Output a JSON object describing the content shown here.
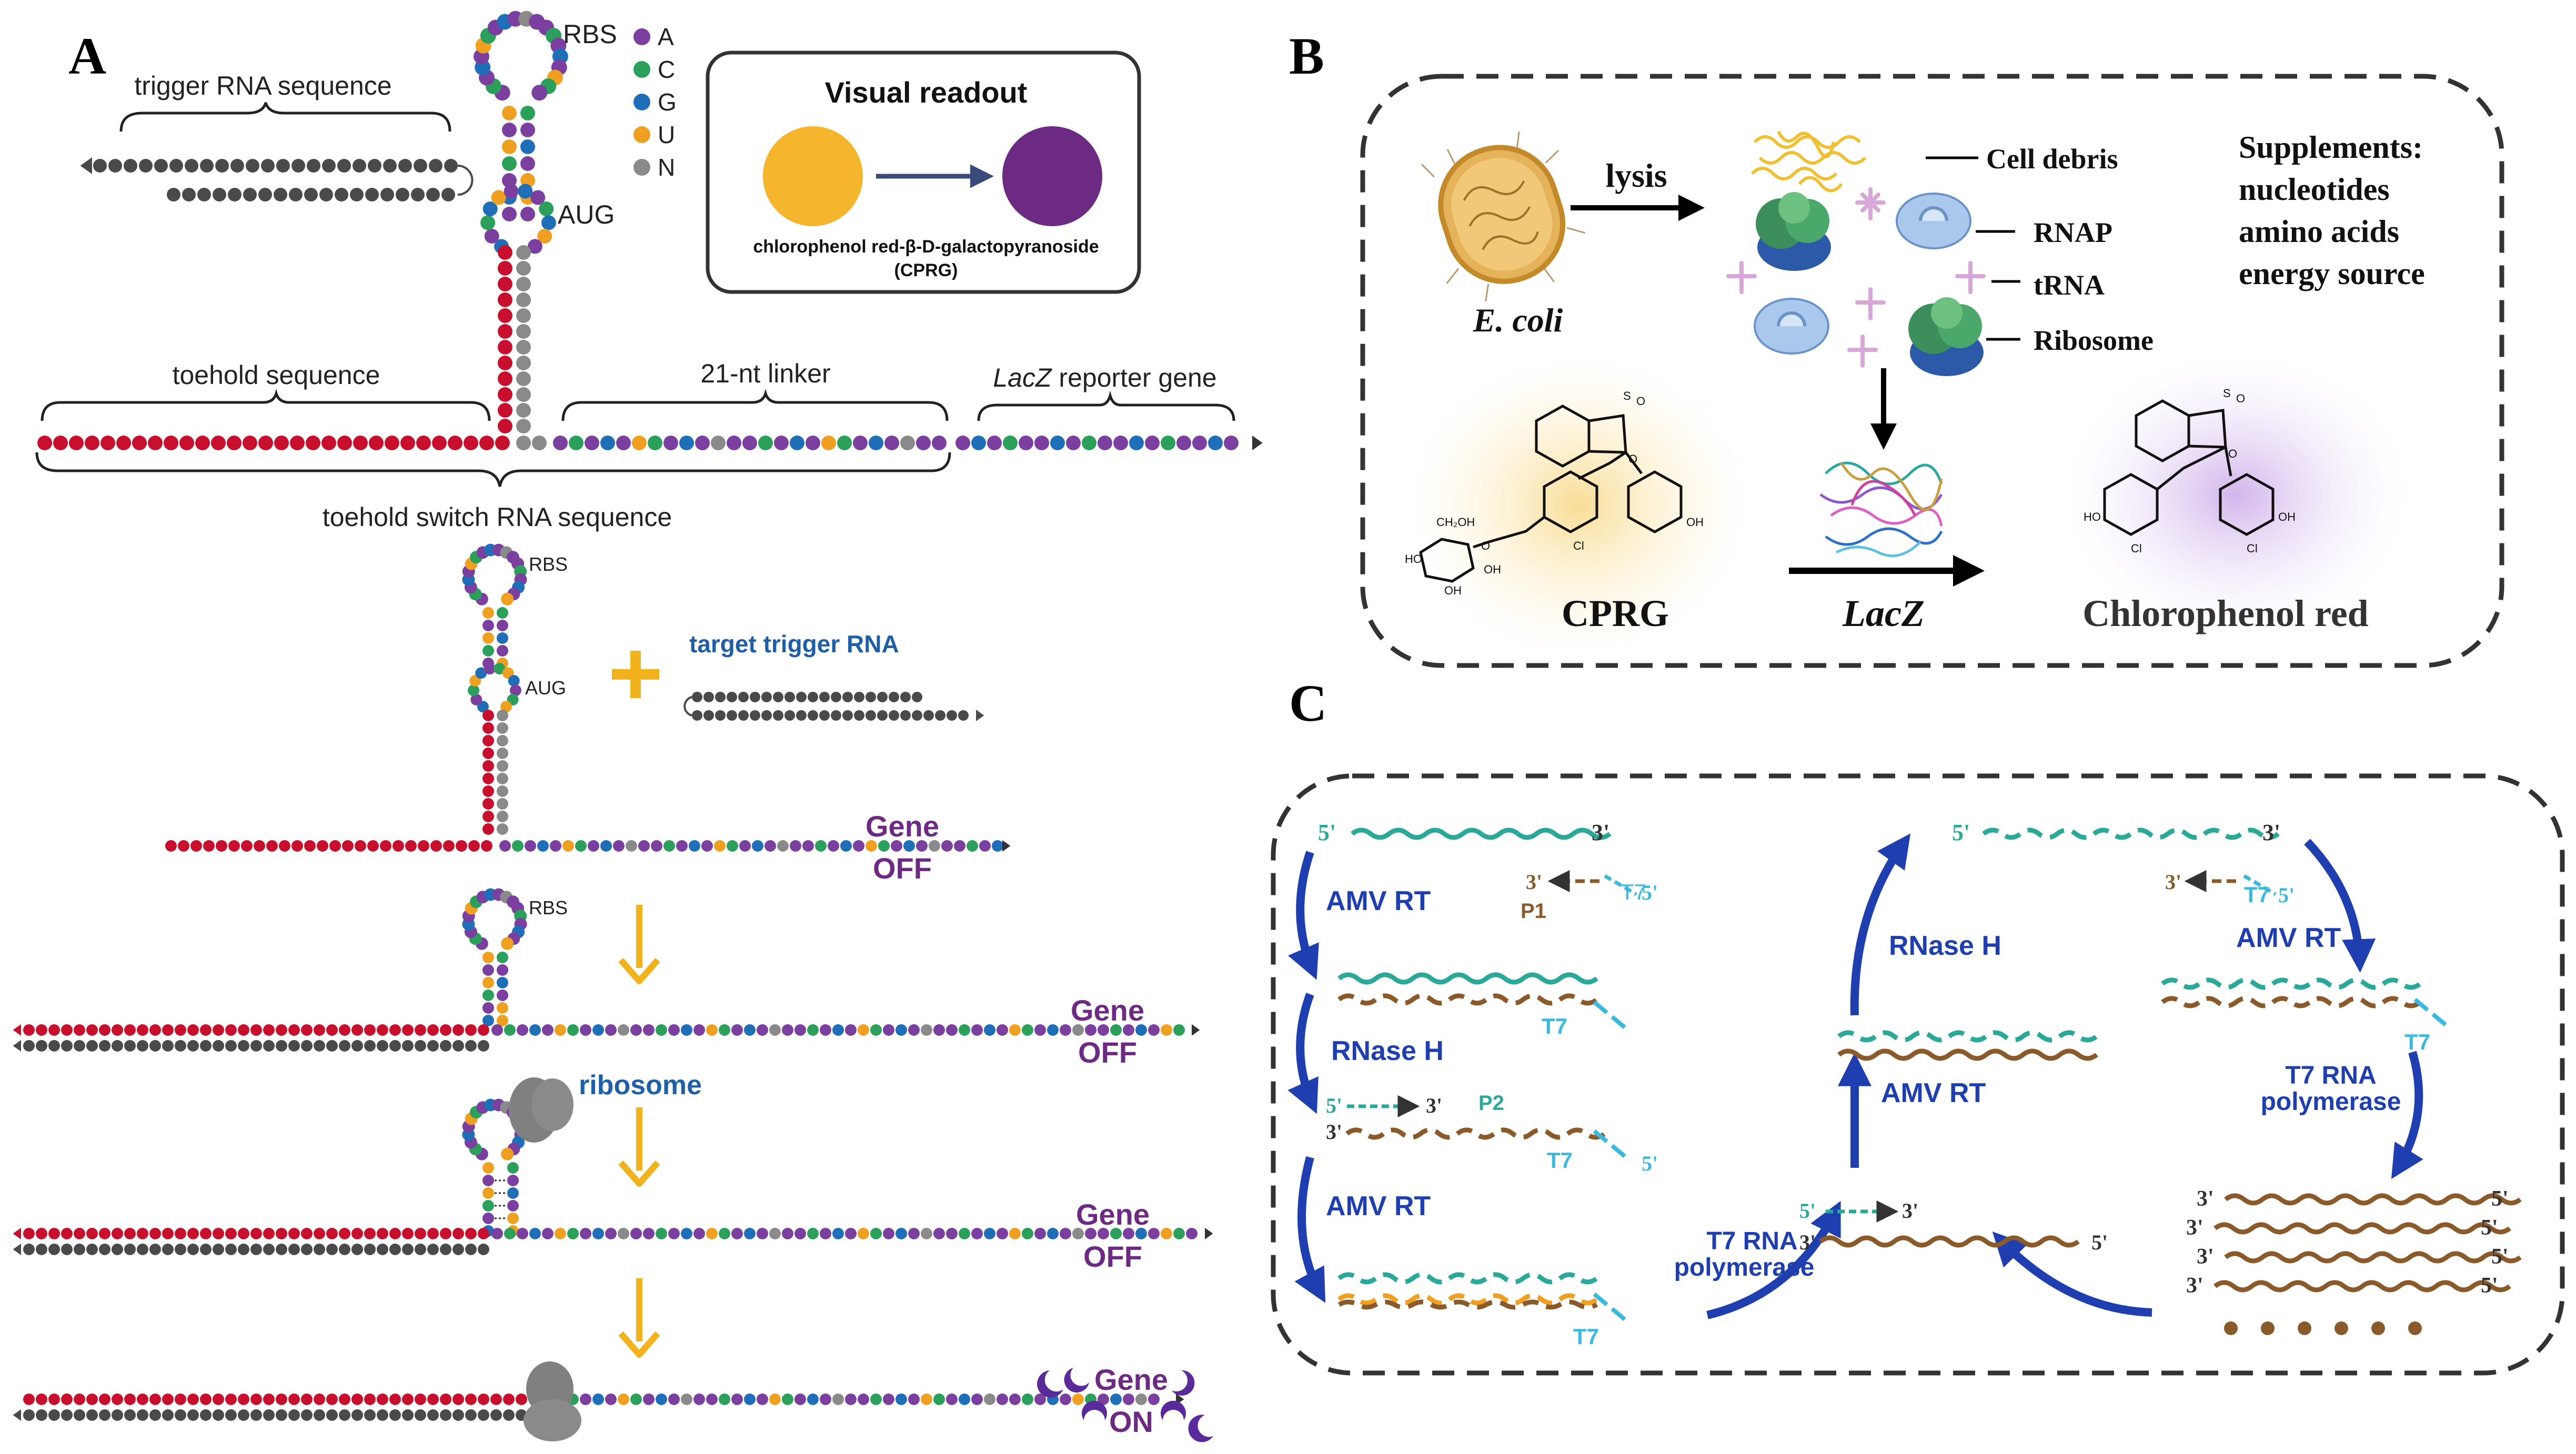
{
  "panel_a": {
    "label": "A",
    "trigger_label": "trigger RNA sequence",
    "rbs": "RBS",
    "aug": "AUG",
    "legend": [
      {
        "letter": "A",
        "color": "#7b3fa0"
      },
      {
        "letter": "C",
        "color": "#2aa05a"
      },
      {
        "letter": "G",
        "color": "#1f6fb8"
      },
      {
        "letter": "U",
        "color": "#f0a020"
      },
      {
        "letter": "N",
        "color": "#8a8a8a"
      }
    ],
    "readout_title": "Visual readout",
    "readout_caption1": "chlorophenol red-β-D-galactopyranoside",
    "readout_caption2": "(CPRG)",
    "readout_from_color": "#f5b52c",
    "readout_to_color": "#6d2a82",
    "toehold_label": "toehold sequence",
    "linker_label": "21-nt linker",
    "reporter_italic": "LacZ",
    "reporter_rest": " reporter gene",
    "switch_label": "toehold switch RNA sequence",
    "target_label": "target trigger RNA",
    "ribosome_label": "ribosome",
    "gene": "Gene",
    "off": "OFF",
    "on": "ON",
    "strand_red": "#c8102e",
    "strand_dark": "#4a4a4a"
  },
  "panel_b": {
    "label": "B",
    "lysis": "lysis",
    "ecoli": "E. coli",
    "cell_debris": "Cell debris",
    "rnap": "RNAP",
    "trna": "tRNA",
    "ribosome": "Ribosome",
    "supplements_title": "Supplements:",
    "supplements": [
      "nucleotides",
      "amino acids",
      "energy source"
    ],
    "cprg": "CPRG",
    "lacz": "LacZ",
    "chlorophenol_red": "Chlorophenol red"
  },
  "panel_c": {
    "label": "C",
    "five": "5'",
    "three": "3'",
    "amv_rt": "AMV RT",
    "rnase_h": "RNase H",
    "t7": "T7",
    "p1": "P1",
    "p2": "P2",
    "t7_rna": "T7 RNA",
    "polymerase": "polymerase",
    "rna_color": "#2aa898",
    "dna_color": "#8b5a2b",
    "arrow_color": "#1f3fb0",
    "t7_color": "#3ab8e0"
  }
}
